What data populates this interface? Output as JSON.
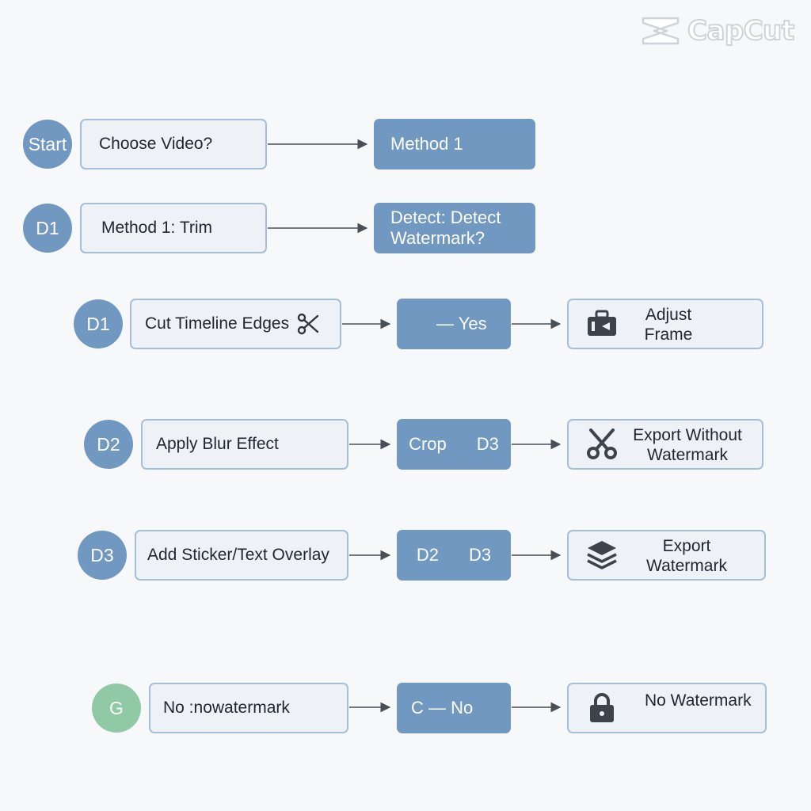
{
  "logo": {
    "text": "CapCut"
  },
  "rows": [
    {
      "node": "Start",
      "step": "Choose Video?",
      "next": "Method 1"
    },
    {
      "node": "D1",
      "step": "Method 1: Trim",
      "next": "Detect: Detect Watermark?"
    },
    {
      "node": "D1",
      "step": "Cut Timeline Edges",
      "decision": "— Yes",
      "result": "Adjust Frame"
    },
    {
      "node": "D2",
      "step": "Apply Blur Effect",
      "decision_a": "Crop",
      "decision_b": "D3",
      "result": "Export Without Watermark"
    },
    {
      "node": "D3",
      "step": "Add Sticker/Text Overlay",
      "decision_a": "D2",
      "decision_b": "D3",
      "result": "Export Watermark"
    },
    {
      "node": "G",
      "step": "No :nowatermark",
      "decision": "C — No",
      "result": "No Watermark"
    }
  ],
  "icons": {
    "logo": "capcut-logo-icon",
    "row3_step": "scissors-icon",
    "row3_result": "camera-bag-icon",
    "row4_result": "scissors-icon",
    "row5_result": "layers-icon",
    "row6_result": "lock-icon"
  },
  "colors": {
    "node": "#7098c0",
    "node_final": "#8fc9a6",
    "filled_box": "#7098c0",
    "outline_border": "#a6bfd8",
    "outline_bg": "#eef2f7",
    "arrow": "#4a4f57"
  }
}
